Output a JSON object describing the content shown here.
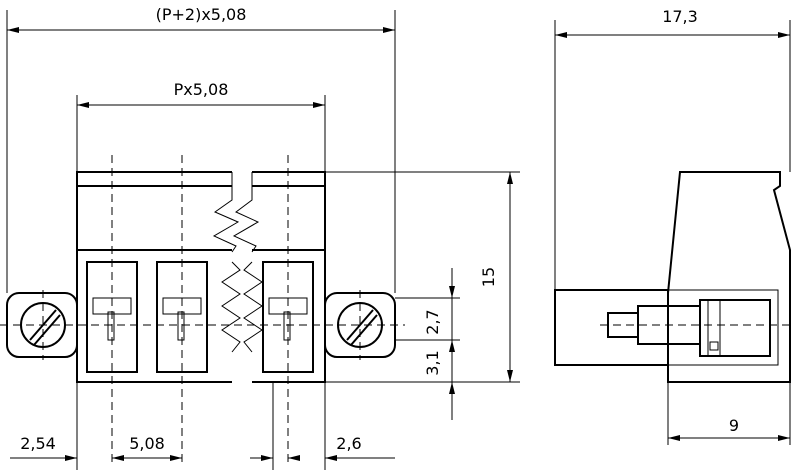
{
  "dimensions": {
    "overall_width": "(P+2)x5,08",
    "pitch_width": "Px5,08",
    "side_depth": "17,3",
    "height": "15",
    "upper_offset": "2,7",
    "lower_offset": "3,1",
    "flange_offset": "2,54",
    "pitch": "5,08",
    "pin_offset": "2,6",
    "side_bottom": "9"
  }
}
